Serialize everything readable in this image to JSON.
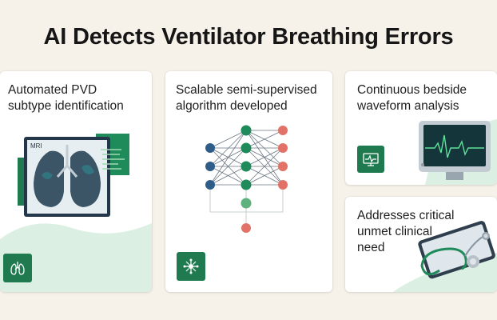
{
  "title": "AI Detects Ventilator Breathing Errors",
  "cards": [
    {
      "title": "Automated PVD\nsubtype identification",
      "illustration": "lung-scan",
      "image_label": "MRI",
      "icon": "lungs-icon"
    },
    {
      "title": "Scalable semi-supervised\nalgorithm developed",
      "illustration": "neural-network",
      "icon": "network-chip-icon"
    },
    {
      "title": "Continuous bedside\nwaveform analysis",
      "illustration": "bedside-monitor",
      "icon": "monitor-waveform-icon"
    },
    {
      "title": "Addresses critical\nunmet clinical\nneed",
      "illustration": "tablet-stethoscope",
      "icon": "stethoscope-icon"
    }
  ],
  "colors": {
    "background": "#f6f2ea",
    "accent_green": "#1f7a4f",
    "node_blue": "#2f5d8a",
    "node_green": "#1f8a5a",
    "node_red": "#e27268",
    "soft_green": "#d6ebde"
  }
}
